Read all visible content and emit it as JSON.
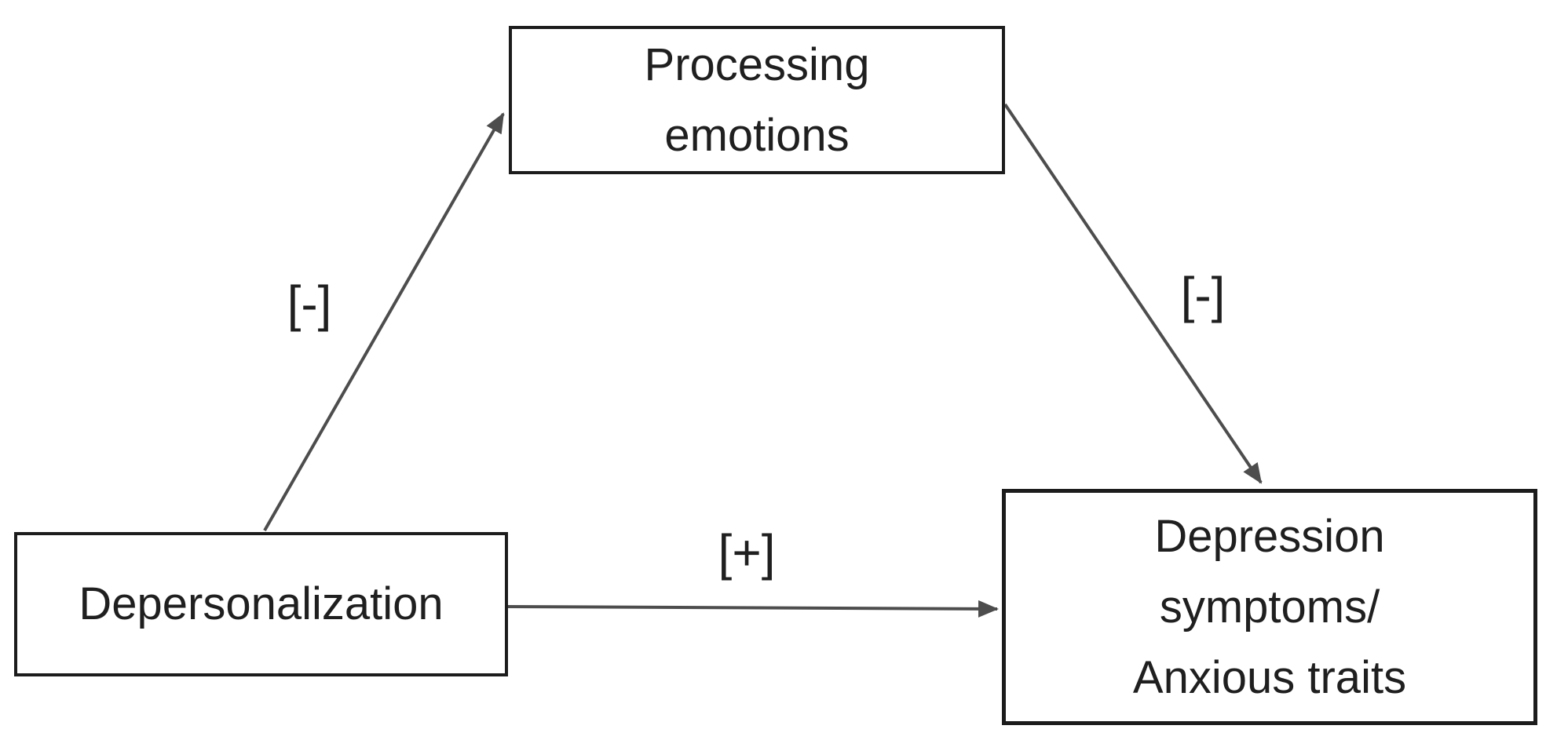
{
  "diagram": {
    "type": "mediation-path-diagram",
    "nodes": {
      "processing_emotions": {
        "label": "Processing\nemotions"
      },
      "depersonalization": {
        "label": "Depersonalization"
      },
      "depression_anxiety": {
        "label": "Depression\nsymptoms/\nAnxious traits"
      }
    },
    "edges": {
      "depersonalization_to_processing": {
        "from": "depersonalization",
        "to": "processing_emotions",
        "label": "[-]"
      },
      "processing_to_depression": {
        "from": "processing_emotions",
        "to": "depression_anxiety",
        "label": "[-]"
      },
      "depersonalization_to_depression": {
        "from": "depersonalization",
        "to": "depression_anxiety",
        "label": "[+]"
      }
    },
    "colors": {
      "background": "#ffffff",
      "box_border": "#1c1c1c",
      "box_fill": "#ffffff",
      "text": "#1f1f1f",
      "line": "#4d4d4d"
    }
  }
}
